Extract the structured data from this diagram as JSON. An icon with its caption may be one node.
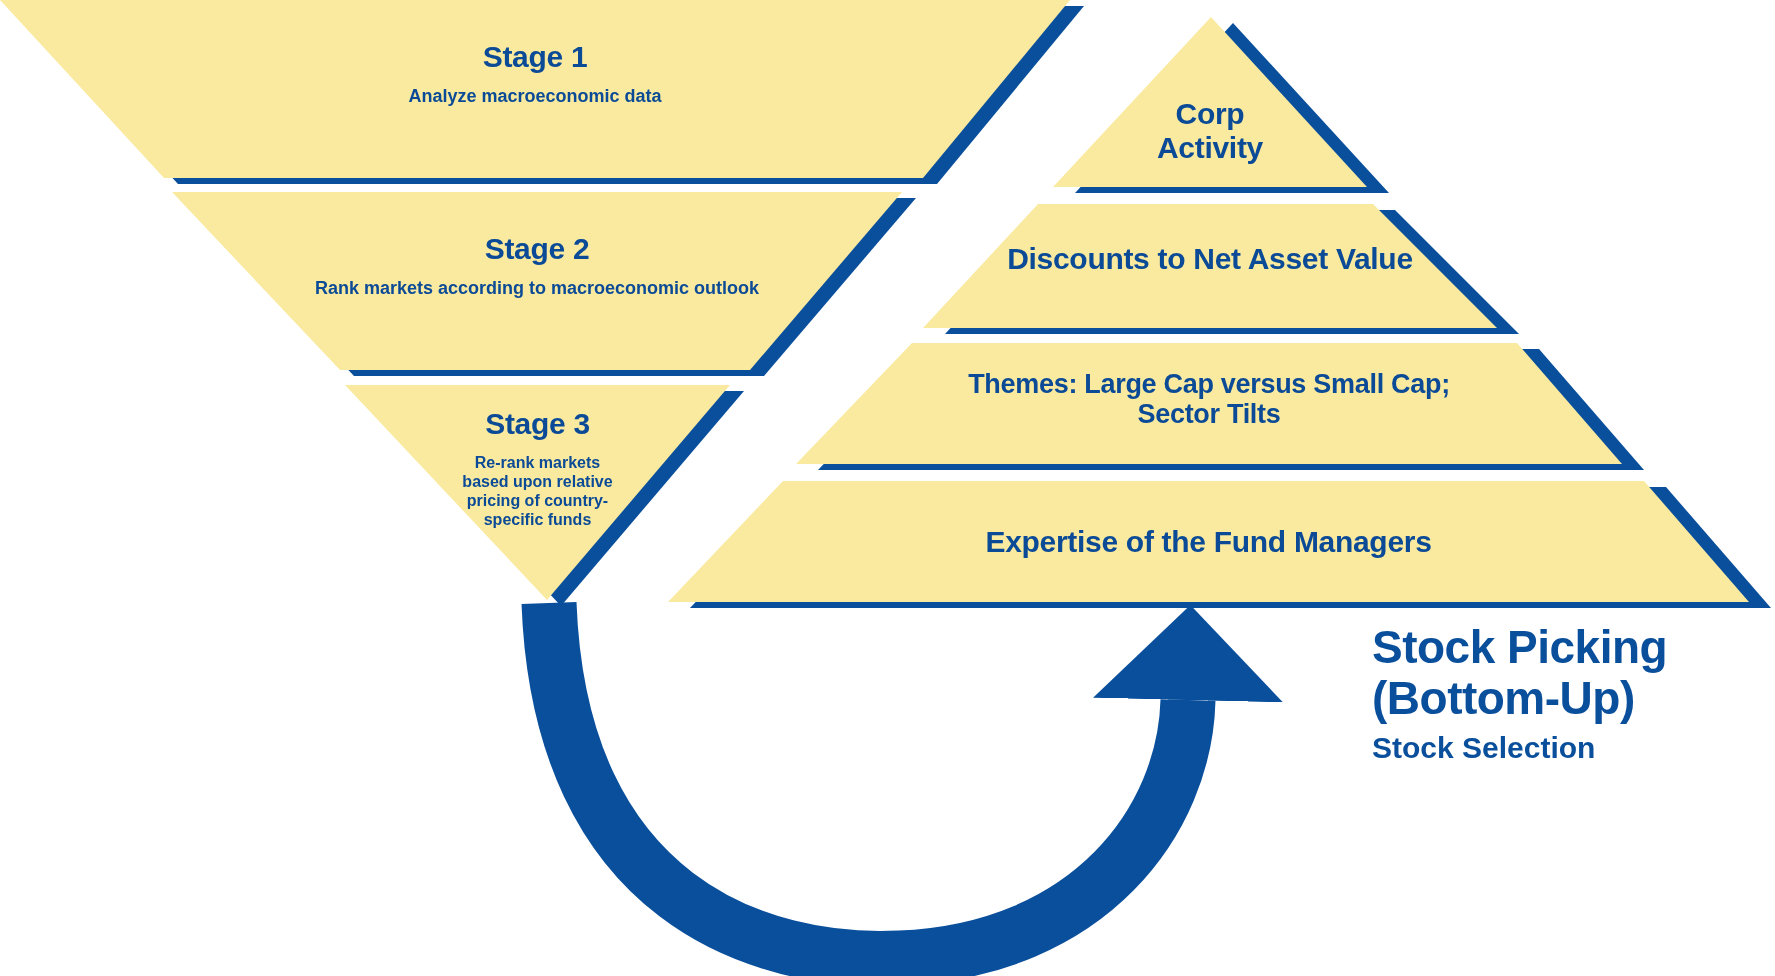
{
  "diagram": {
    "nodes": [
      {
        "text": [
          "Stage 1",
          "Analyze macroeconomic data"
        ]
      },
      {
        "text": [
          "Stage 2",
          "Rank markets according to macroeconomic outlook"
        ]
      },
      {
        "text": [
          "Stage 3",
          "Re-rank markets based upon relative pricing of country-specific funds"
        ]
      },
      {
        "text": [
          "Corp Activity"
        ]
      },
      {
        "text": [
          "Discounts to Net Asset Value"
        ]
      },
      {
        "text": [
          "Themes: Large Cap versus Small Cap; Sector Tilts"
        ]
      },
      {
        "text": [
          "Expertise of the Fund Managers"
        ]
      }
    ],
    "edges": [
      {
        "from": 2,
        "to": 6,
        "arrow": "to"
      }
    ],
    "labels": [
      "Stock Picking (Bottom-Up)",
      "Stock Selection"
    ]
  }
}
